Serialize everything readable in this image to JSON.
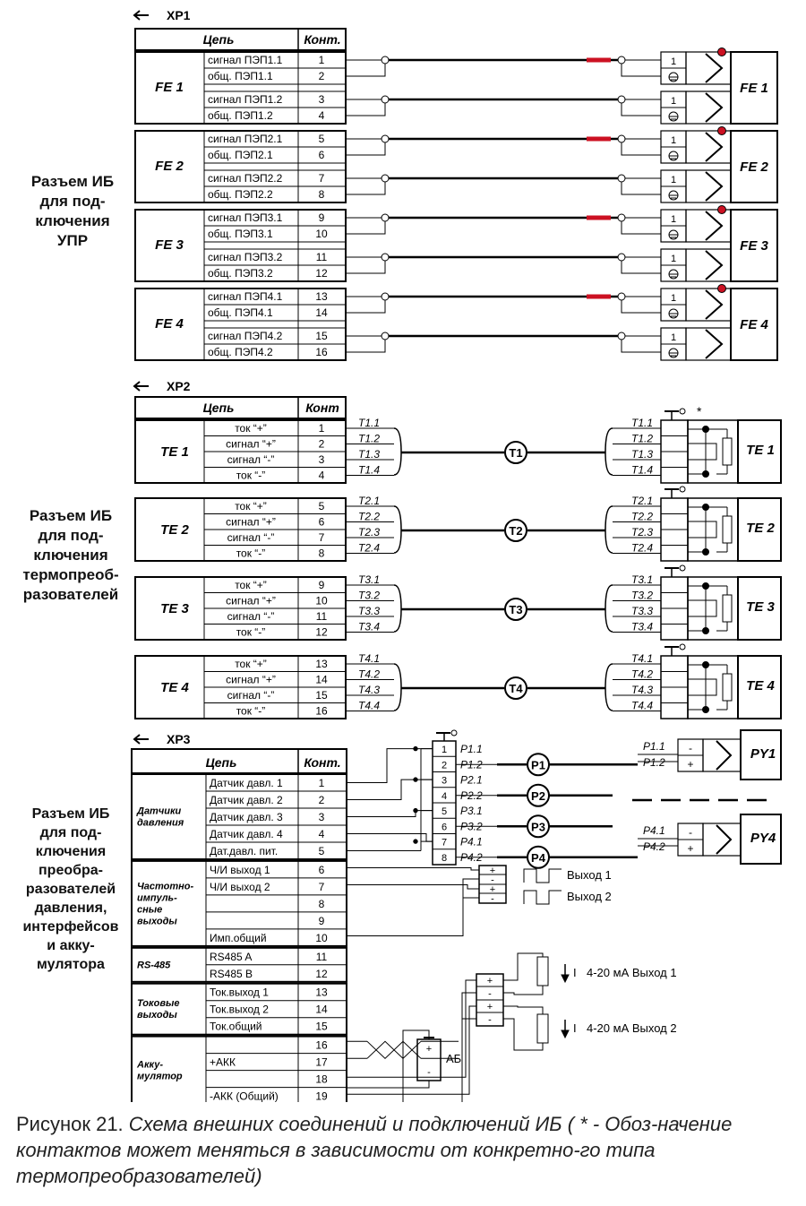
{
  "xp1": {
    "title": "XP1",
    "header": {
      "circuit": "Цепь",
      "contact": "Конт."
    },
    "side_label": [
      "Разъем ИБ",
      "для под-",
      "ключения",
      "УПР"
    ],
    "groups": [
      {
        "name": "FE 1",
        "device": "FE 1",
        "rows": [
          [
            "сигнал ПЭП1.1",
            "1"
          ],
          [
            "общ.    ПЭП1.1",
            "2"
          ],
          [
            "сигнал ПЭП1.2",
            "3"
          ],
          [
            "общ.    ПЭП1.2",
            "4"
          ]
        ]
      },
      {
        "name": "FE 2",
        "device": "FE 2",
        "rows": [
          [
            "сигнал ПЭП2.1",
            "5"
          ],
          [
            "общ.    ПЭП2.1",
            "6"
          ],
          [
            "сигнал ПЭП2.2",
            "7"
          ],
          [
            "общ.    ПЭП2.2",
            "8"
          ]
        ]
      },
      {
        "name": "FE 3",
        "device": "FE 3",
        "rows": [
          [
            "сигнал ПЭП3.1",
            "9"
          ],
          [
            "общ.    ПЭП3.1",
            "10"
          ],
          [
            "сигнал ПЭП3.2",
            "11"
          ],
          [
            "общ.    ПЭП3.2",
            "12"
          ]
        ]
      },
      {
        "name": "FE 4",
        "device": "FE 4",
        "rows": [
          [
            "сигнал ПЭП4.1",
            "13"
          ],
          [
            "общ.    ПЭП4.1",
            "14"
          ],
          [
            "сигнал ПЭП4.2",
            "15"
          ],
          [
            "общ.    ПЭП4.2",
            "16"
          ]
        ]
      }
    ],
    "pin_label": "1"
  },
  "xp2": {
    "title": "XP2",
    "header": {
      "circuit": "Цепь",
      "contact": "Конт"
    },
    "side_label": [
      "Разъем ИБ",
      "для под-",
      "ключения",
      "термопреоб-",
      "разователей"
    ],
    "star": "*",
    "groups": [
      {
        "name": "TE 1",
        "device": "TE 1",
        "cable": "T1",
        "rows": [
          [
            "ток “+”",
            "1",
            "T1.1"
          ],
          [
            "сигнал “+”",
            "2",
            "T1.2"
          ],
          [
            "сигнал “-”",
            "3",
            "T1.3"
          ],
          [
            "ток “-”",
            "4",
            "T1.4"
          ]
        ]
      },
      {
        "name": "TE 2",
        "device": "TE 2",
        "cable": "T2",
        "rows": [
          [
            "ток “+”",
            "5",
            "T2.1"
          ],
          [
            "сигнал “+”",
            "6",
            "T2.2"
          ],
          [
            "сигнал “-”",
            "7",
            "T2.3"
          ],
          [
            "ток “-”",
            "8",
            "T2.4"
          ]
        ]
      },
      {
        "name": "TE 3",
        "device": "TE 3",
        "cable": "T3",
        "rows": [
          [
            "ток “+”",
            "9",
            "T3.1"
          ],
          [
            "сигнал “+”",
            "10",
            "T3.2"
          ],
          [
            "сигнал “-”",
            "11",
            "T3.3"
          ],
          [
            "ток “-”",
            "12",
            "T3.4"
          ]
        ]
      },
      {
        "name": "TE 4",
        "device": "TE 4",
        "cable": "T4",
        "rows": [
          [
            "ток “+”",
            "13",
            "T4.1"
          ],
          [
            "сигнал “+”",
            "14",
            "T4.2"
          ],
          [
            "сигнал “-”",
            "15",
            "T4.3"
          ],
          [
            "ток “-”",
            "16",
            "T4.4"
          ]
        ]
      }
    ]
  },
  "xp3": {
    "title": "XP3",
    "header": {
      "circuit": "Цепь",
      "contact": "Конт."
    },
    "side_label": [
      "Разъем ИБ",
      "для под-",
      "ключения",
      "преобра-",
      "разователей",
      "давления,",
      "интерфейсов",
      "и акку-",
      "мулятора"
    ],
    "groups": [
      {
        "name": "Датчики давления",
        "rows": [
          [
            "Датчик давл. 1",
            "1"
          ],
          [
            "Датчик давл. 2",
            "2"
          ],
          [
            "Датчик давл. 3",
            "3"
          ],
          [
            "Датчик давл. 4",
            "4"
          ],
          [
            "Дат.давл. пит.",
            "5"
          ]
        ]
      },
      {
        "name": "Частотно-импуль-сные выходы",
        "rows": [
          [
            "Ч/И выход 1",
            "6"
          ],
          [
            "Ч/И выход 2",
            "7"
          ],
          [
            "",
            "8"
          ],
          [
            "",
            "9"
          ],
          [
            "Имп.общий",
            "10"
          ]
        ]
      },
      {
        "name": "RS-485",
        "rows": [
          [
            "RS485 A",
            "11"
          ],
          [
            "RS485 B",
            "12"
          ]
        ]
      },
      {
        "name": "Токовые выходы",
        "rows": [
          [
            "Ток.выход 1",
            "13"
          ],
          [
            "Ток.выход 2",
            "14"
          ],
          [
            "Ток.общий",
            "15"
          ]
        ]
      },
      {
        "name": "Акку-мулятор",
        "rows": [
          [
            "",
            "16"
          ],
          [
            "+АКК",
            "17"
          ],
          [
            "",
            "18"
          ],
          [
            "-АКК (Общий)",
            "19"
          ]
        ]
      }
    ],
    "terminal_numbers": [
      "1",
      "2",
      "3",
      "4",
      "5",
      "6",
      "7",
      "8"
    ],
    "wire_labels": [
      "P1.1",
      "P1.2",
      "P2.1",
      "P2.2",
      "P3.1",
      "P3.2",
      "P4.1",
      "P4.2"
    ],
    "cables": [
      "P1",
      "P2",
      "P3",
      "P4"
    ],
    "sensors": [
      {
        "name": "PY1",
        "wires": [
          "P1.1",
          "P1.2"
        ]
      },
      {
        "name": "PY4",
        "wires": [
          "P4.1",
          "P4.2"
        ]
      }
    ],
    "freq_outputs": [
      "Выход 1",
      "Выход 2"
    ],
    "current_outputs": [
      {
        "symbol": "I",
        "label": "4-20 мА  Выход 1"
      },
      {
        "symbol": "I",
        "label": "4-20 мА  Выход 2"
      }
    ],
    "battery": {
      "label": "АБ",
      "plus": "+",
      "minus": "-"
    },
    "plus": "+",
    "minus": "-"
  },
  "caption": {
    "number": "Рисунок 21.",
    "text": " Схема внешних соединений и подключений ИБ ( * - Обоз-начение контактов может меняться в зависимости от конкретно-го типа термопреобразователей)"
  },
  "colors": {
    "accent": "#cc1122",
    "line": "#000000"
  }
}
